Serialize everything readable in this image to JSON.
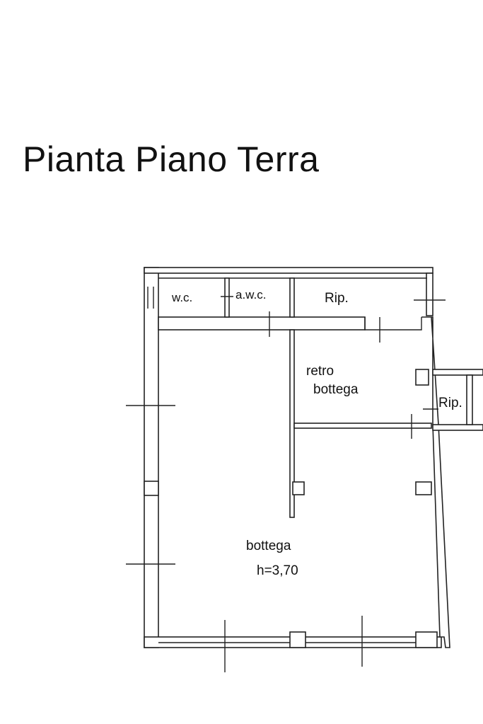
{
  "title": "Pianta Piano Terra",
  "rooms": {
    "wc": "w.c.",
    "awc": "a.w.c.",
    "rip_top": "Rip.",
    "retro_bottega_1": "retro",
    "retro_bottega_2": "bottega",
    "rip_right": "Rip.",
    "bottega": "bottega",
    "bottega_height": "h=3,70"
  }
}
